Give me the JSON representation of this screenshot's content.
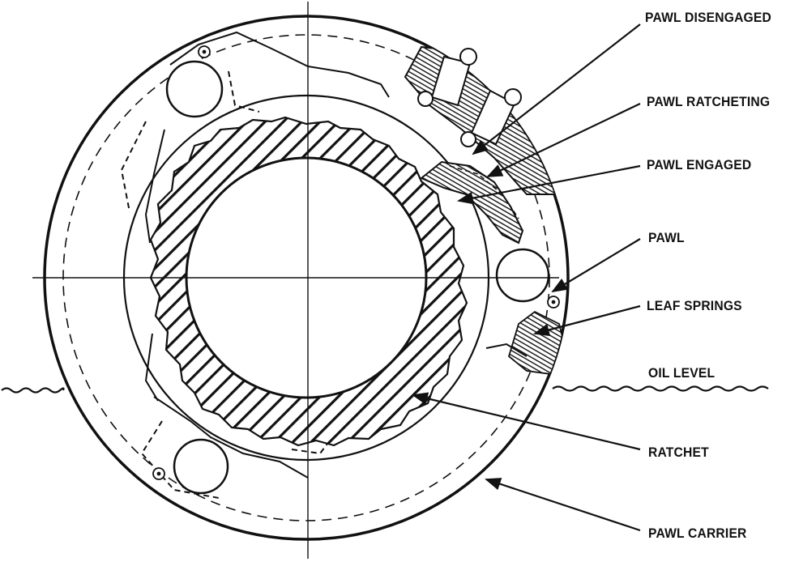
{
  "diagram": {
    "labels": {
      "pawl_disengaged": "PAWL DISENGAGED",
      "pawl_ratcheting": "PAWL RATCHETING",
      "pawl_engaged": "PAWL ENGAGED",
      "pawl": "PAWL",
      "leaf_springs": "LEAF SPRINGS",
      "oil_level": "OIL LEVEL",
      "ratchet": "RATCHET",
      "pawl_carrier": "PAWL CARRIER"
    },
    "colors": {
      "ink": "#111111",
      "paper": "#ffffff"
    }
  }
}
